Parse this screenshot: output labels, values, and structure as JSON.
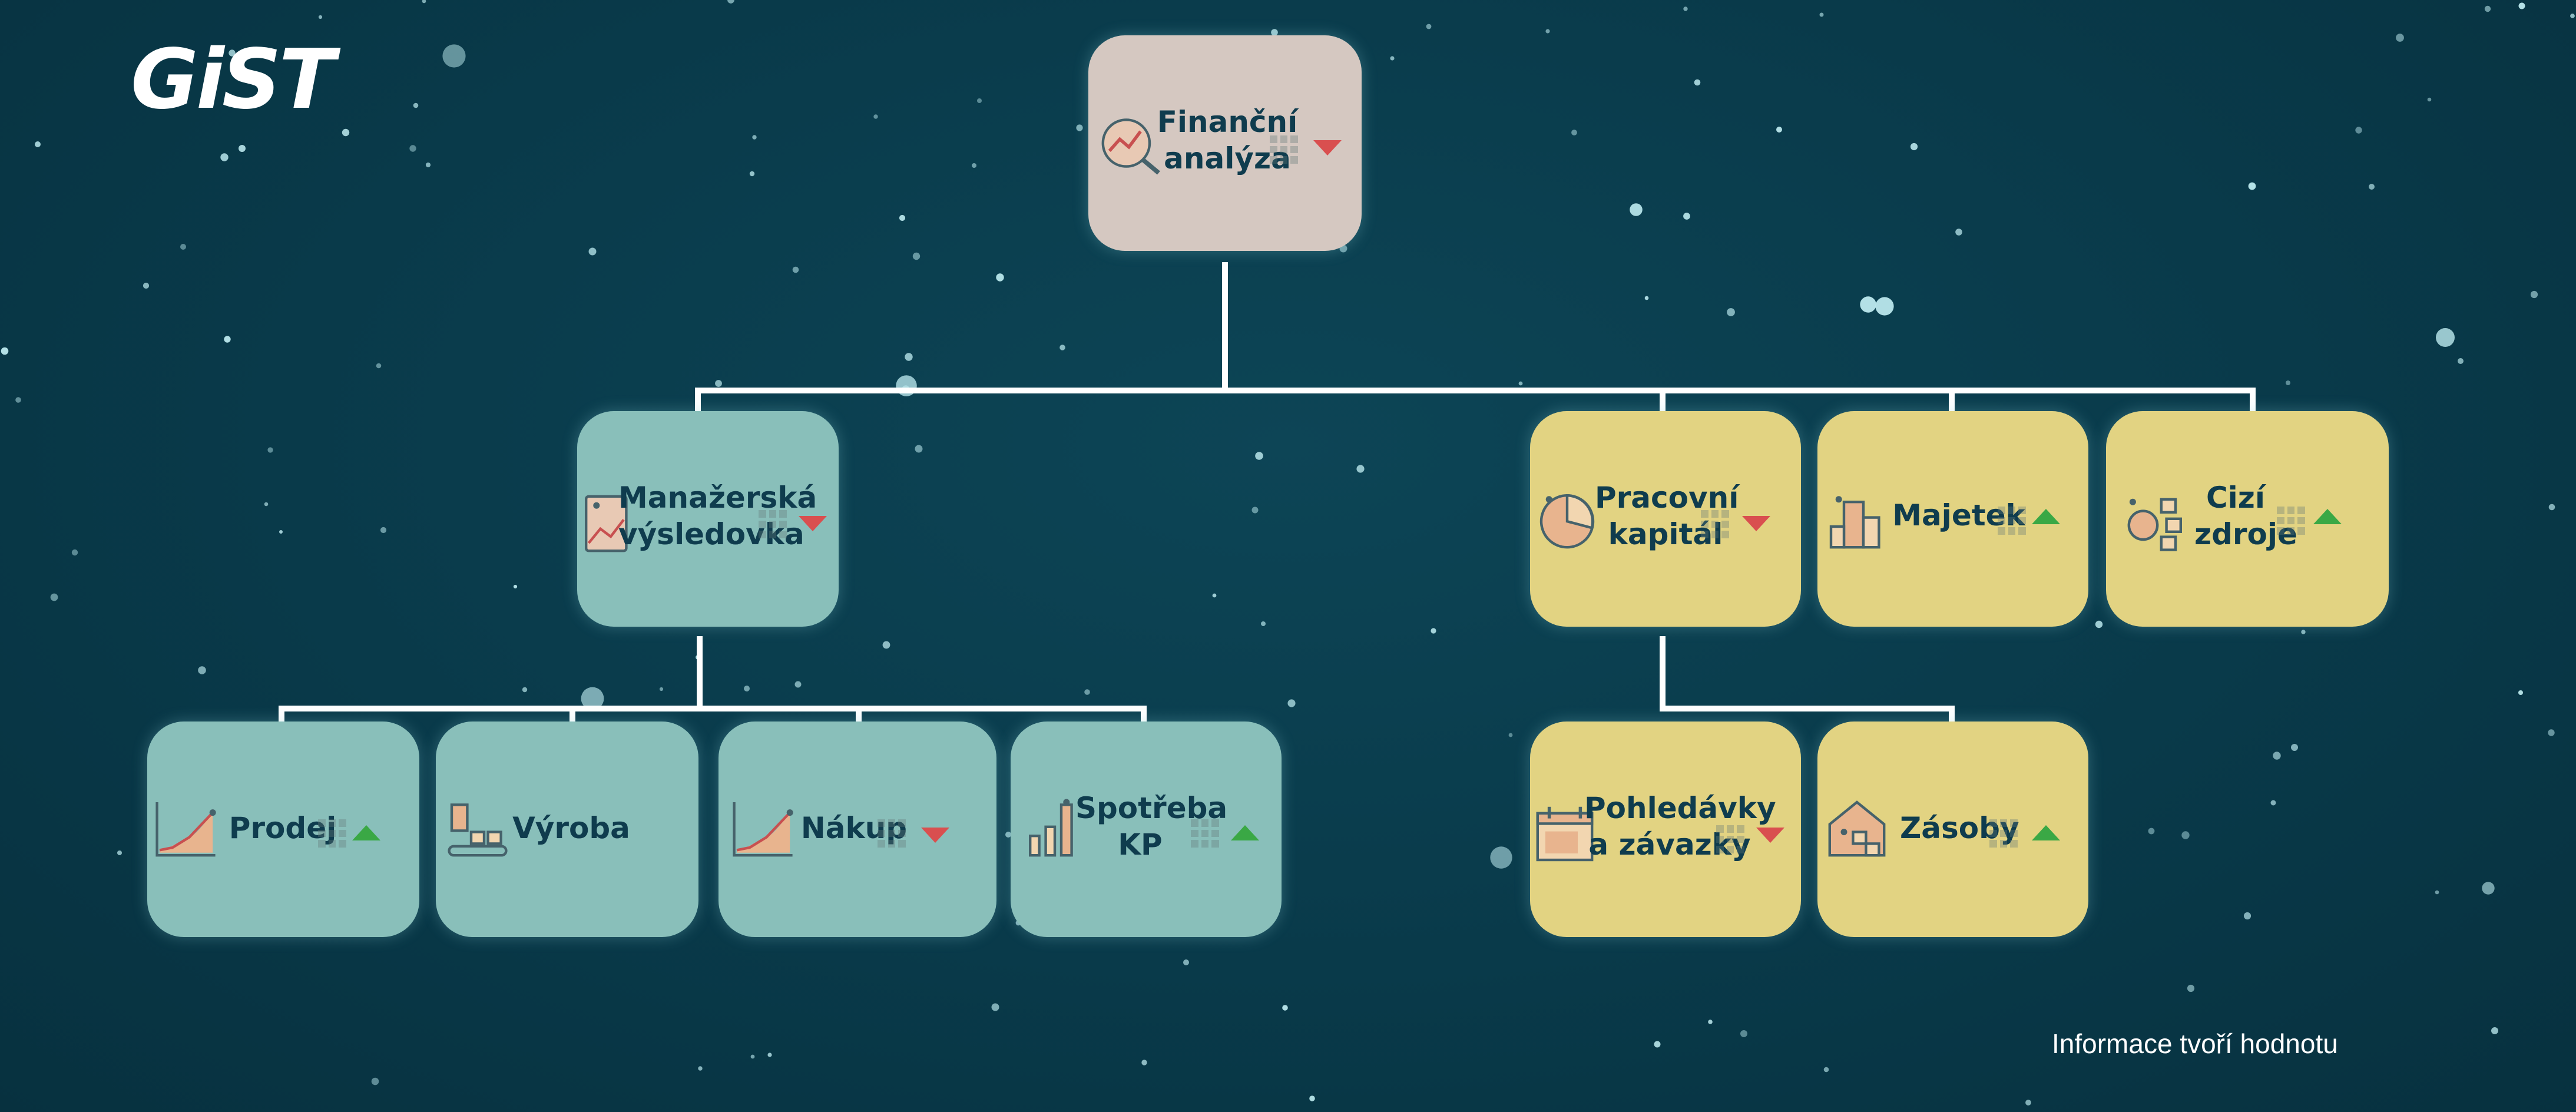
{
  "logo": {
    "text": "GiST"
  },
  "nodes": {
    "root": {
      "label": [
        "Finanční",
        "analýza"
      ],
      "icon": "analysis-icon",
      "trend": "down"
    },
    "manazerska": {
      "label": [
        "Manažerská",
        "výsledovka"
      ],
      "icon": "report-icon",
      "trend": "down"
    },
    "pracovni": {
      "label": [
        "Pracovní",
        "kapitál"
      ],
      "icon": "pie-chart-icon",
      "trend": "down"
    },
    "majetek": {
      "label": [
        "Majetek"
      ],
      "icon": "building-icon",
      "trend": "up"
    },
    "cizi": {
      "label": [
        "Cizí",
        "zdroje"
      ],
      "icon": "org-chart-icon",
      "trend": "up"
    },
    "prodej": {
      "label": [
        "Prodej"
      ],
      "icon": "line-chart-icon",
      "trend": "up"
    },
    "vyroba": {
      "label": [
        "Výroba"
      ],
      "icon": "factory-icon",
      "trend": "none"
    },
    "nakup": {
      "label": [
        "Nákup"
      ],
      "icon": "line-chart-icon",
      "trend": "down"
    },
    "spotreba": {
      "label": [
        "Spotřeba",
        "KP"
      ],
      "icon": "bar-chart-icon",
      "trend": "up"
    },
    "pohledavky": {
      "label": [
        "Pohledávky",
        "a závazky"
      ],
      "icon": "calendar-icon",
      "trend": "down"
    },
    "zasoby": {
      "label": [
        "Zásoby"
      ],
      "icon": "warehouse-icon",
      "trend": "up"
    }
  },
  "footer": {
    "tagline": "Informace tvoří hodnotu"
  },
  "colors": {
    "background": "#093a4a",
    "root_box": "#d5c8c1",
    "teal_box": "#89bfba",
    "yellow_box": "#e2d382",
    "trend_down": "#d94f4f",
    "trend_up": "#3aa845",
    "label_text": "#0f3c4e"
  }
}
